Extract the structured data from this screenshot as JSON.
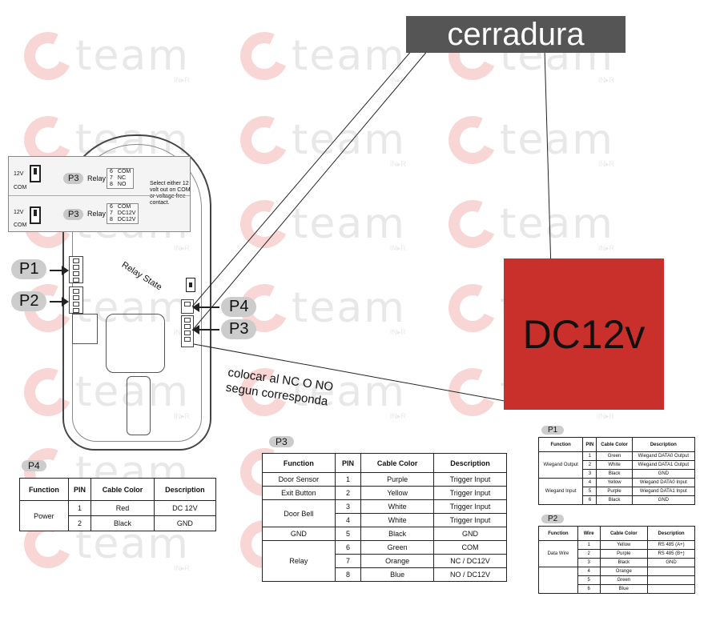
{
  "annotations": {
    "cerradura": "cerradura",
    "dc12v": "DC12v",
    "colocar_line1": "colocar al NC O NO",
    "colocar_line2": "segun corresponda",
    "relay_state": "Relay State"
  },
  "watermark": {
    "word": "team",
    "suffix": "IN▸R"
  },
  "panel": {
    "top": {
      "left_label_12v": "12V",
      "left_label_com": "COM",
      "badge": "P3",
      "relay_label": "Relay",
      "rows": [
        [
          "6",
          "COM"
        ],
        [
          "7",
          "NC"
        ],
        [
          "8",
          "NO"
        ]
      ]
    },
    "bottom": {
      "left_label_12v": "12V",
      "left_label_com": "COM",
      "badge": "P3",
      "relay_label": "Relay",
      "rows": [
        [
          "6",
          "COM"
        ],
        [
          "7",
          "DC12V"
        ],
        [
          "8",
          "DC12V"
        ]
      ]
    },
    "note": "Select either 12 volt out on COM or voltage free contact."
  },
  "ports": {
    "p1": "P1",
    "p2": "P2",
    "p3": "P3",
    "p4": "P4"
  },
  "p4_table": {
    "title": "P4",
    "headers": [
      "Function",
      "PIN",
      "Cable Color",
      "Description"
    ],
    "rows": [
      [
        "Power",
        "1",
        "Red",
        "DC 12V"
      ],
      [
        "",
        "2",
        "Black",
        "GND"
      ]
    ]
  },
  "p3_table": {
    "title": "P3",
    "headers": [
      "Function",
      "PIN",
      "Cable Color",
      "Description"
    ],
    "rows": [
      [
        "Door Sensor",
        "1",
        "Purple",
        "Trigger Input"
      ],
      [
        "Exit Button",
        "2",
        "Yellow",
        "Trigger Input"
      ],
      [
        "Door Bell",
        "3",
        "White",
        "Trigger Input"
      ],
      [
        "",
        "4",
        "White",
        "Trigger Input"
      ],
      [
        "GND",
        "5",
        "Black",
        "GND"
      ],
      [
        "Relay",
        "6",
        "Green",
        "COM"
      ],
      [
        "",
        "7",
        "Orange",
        "NC / DC12V"
      ],
      [
        "",
        "8",
        "Blue",
        "NO / DC12V"
      ]
    ]
  },
  "p1_table": {
    "title": "P1",
    "headers": [
      "Function",
      "PIN",
      "Cable Color",
      "Description"
    ],
    "rows": [
      [
        "Wiegand Output",
        "1",
        "Green",
        "Wiegand DATA0 Output"
      ],
      [
        "",
        "2",
        "White",
        "Wiegand DATA1 Output"
      ],
      [
        "",
        "3",
        "Black",
        "GND"
      ],
      [
        "Wiegand Input",
        "4",
        "Yellow",
        "Wiegand DATA0 Input"
      ],
      [
        "",
        "5",
        "Purple",
        "Wiegand DATA1 Input"
      ],
      [
        "",
        "6",
        "Black",
        "GND"
      ]
    ]
  },
  "p2_table": {
    "title": "P2",
    "headers": [
      "Function",
      "Wire",
      "Cable Color",
      "Description"
    ],
    "rows": [
      [
        "Data Wire",
        "1",
        "Yellow",
        "RS 485 (A+)"
      ],
      [
        "",
        "2",
        "Purple",
        "RS 485 (B+)"
      ],
      [
        "",
        "3",
        "Black",
        "GND"
      ],
      [
        "",
        "4",
        "Orange",
        ""
      ],
      [
        "",
        "5",
        "Green",
        ""
      ],
      [
        "",
        "6",
        "Blue",
        ""
      ]
    ]
  },
  "colors": {
    "dc_box": "#c9302c",
    "label_bg": "#555555",
    "badge": "#cccccc"
  }
}
